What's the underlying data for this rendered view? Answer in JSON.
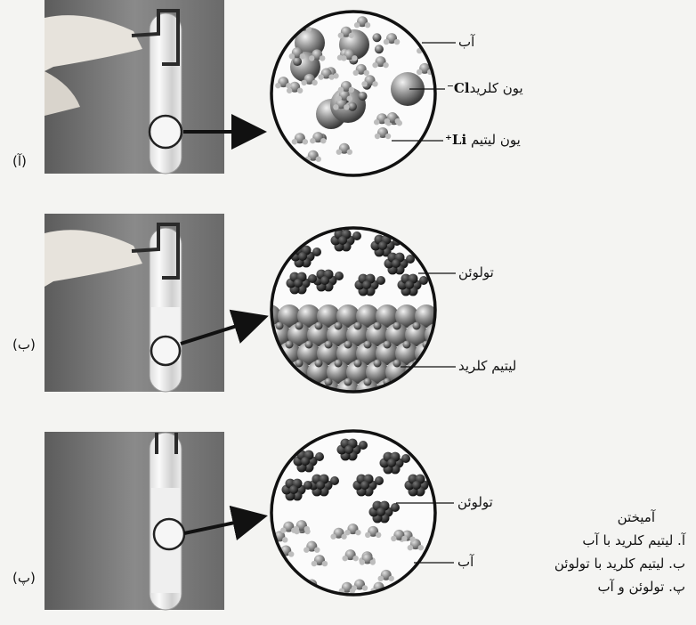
{
  "panels": [
    {
      "letter": "(آ)",
      "labels": [
        {
          "text": "آب"
        },
        {
          "text": "یون کلرید",
          "symbol": "Cl⁻"
        },
        {
          "text": "یون لیتیم",
          "symbol": "Li⁺"
        }
      ]
    },
    {
      "letter": "(ب)",
      "labels": [
        {
          "text": "تولوئن"
        },
        {
          "text": "لیتیم کلرید"
        }
      ]
    },
    {
      "letter": "(پ)",
      "labels": [
        {
          "text": "تولوئن"
        },
        {
          "text": "آب"
        }
      ]
    }
  ],
  "caption": {
    "title": "آمیختن",
    "lines": [
      "آ. لیتیم کلرید با آب",
      "ب. لیتیم کلرید با تولوئن",
      "پ. تولوئن و آب"
    ]
  },
  "colors": {
    "background": "#f4f4f2",
    "sphere_light": "#d8d8d8",
    "sphere_dark": "#555555",
    "toluene": "#1e1e1e",
    "arrow": "#111111"
  },
  "icon_names": [
    "test-tube",
    "tongs",
    "hand",
    "magnifier-circle",
    "arrow"
  ]
}
